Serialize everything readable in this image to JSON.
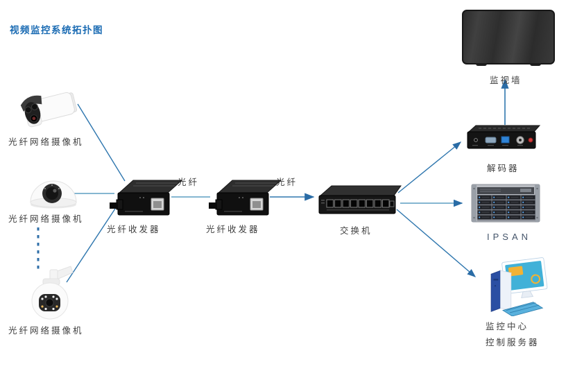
{
  "title": "视频监控系统拓扑图",
  "colors": {
    "title_blue": "#1a6bb3",
    "line_blue": "#2e76ae",
    "line_light_blue": "#5d9dc2",
    "arrow_blue": "#2a6ca6",
    "label_gray": "#3f3f3f",
    "ipsan_label_navy": "#44546a"
  },
  "nodes": {
    "camera_top": {
      "label": "光纤网络摄像机",
      "icon": "bullet-camera-icon"
    },
    "camera_mid": {
      "label": "光纤网络摄像机",
      "icon": "dome-camera-icon"
    },
    "camera_bottom": {
      "label": "光纤网络摄像机",
      "icon": "ptz-camera-icon"
    },
    "transceiver_left": {
      "label": "光纤收发器",
      "icon": "fiber-transceiver-icon"
    },
    "transceiver_right": {
      "label": "光纤收发器",
      "icon": "fiber-transceiver-icon"
    },
    "switch": {
      "label": "交换机",
      "icon": "network-switch-icon"
    },
    "monitor_wall": {
      "label": "监视墙",
      "icon": "monitor-wall-icon"
    },
    "decoder": {
      "label": "解码器",
      "icon": "decoder-icon"
    },
    "ipsan": {
      "label": "IPSAN",
      "icon": "ipsan-storage-icon"
    },
    "control_server": {
      "label_line1": "监控中心",
      "label_line2": "控制服务器",
      "icon": "workstation-icon"
    }
  },
  "links": {
    "fiber_label_left": "光纤",
    "fiber_label_right": "光纤"
  }
}
